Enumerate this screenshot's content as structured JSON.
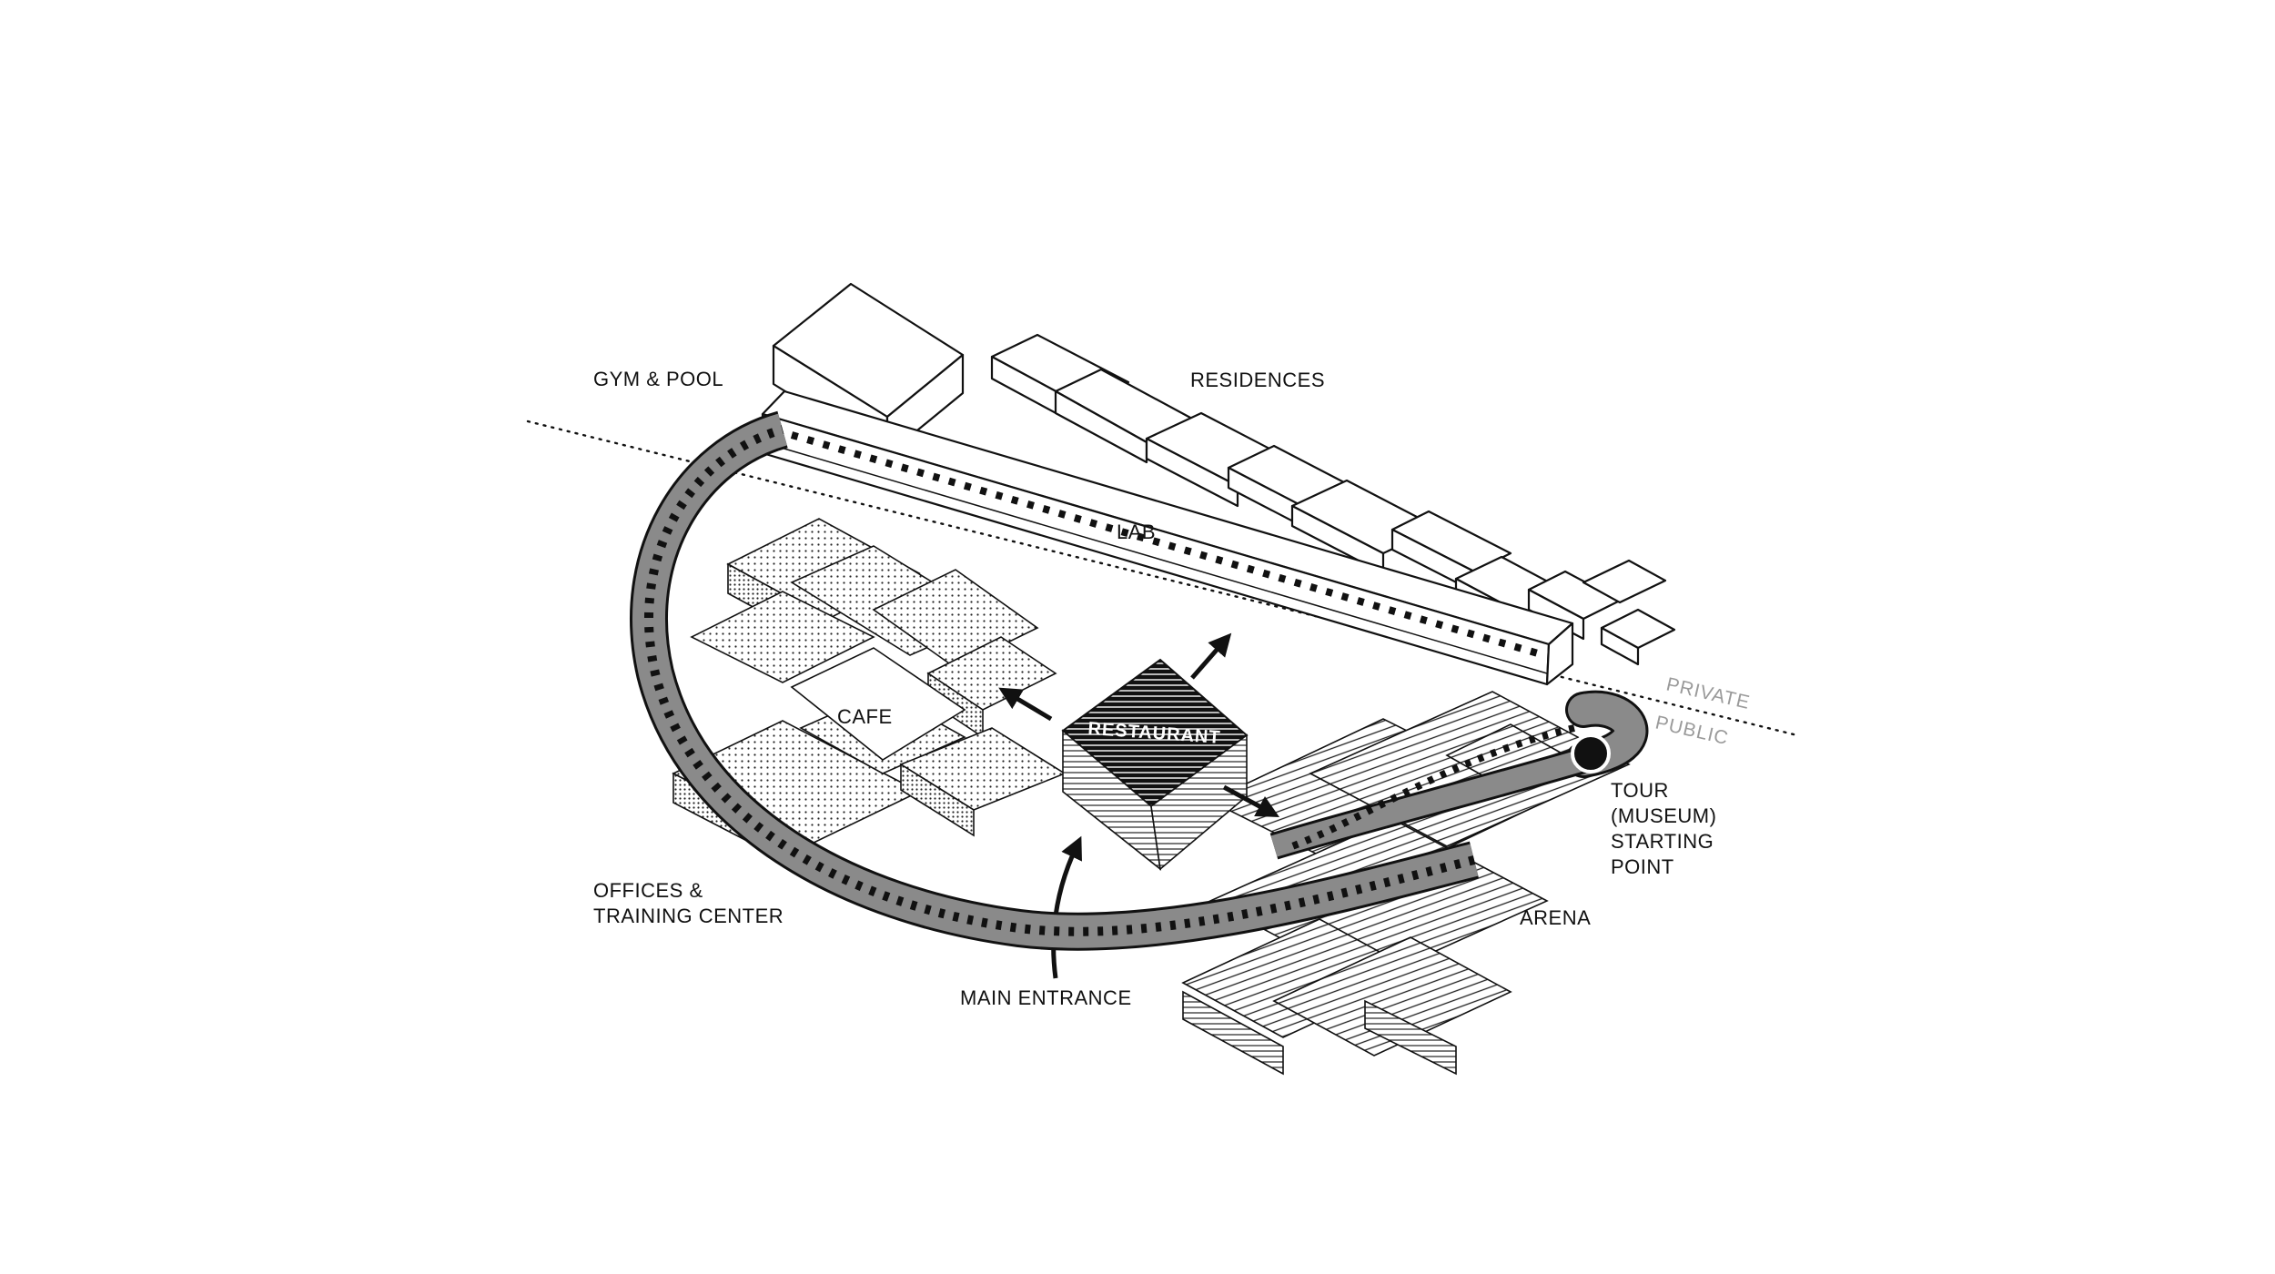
{
  "labels": {
    "gym_pool": "GYM & POOL",
    "residences": "RESIDENCES",
    "lab": "LAB",
    "cafe": "CAFE",
    "restaurant": "RESTAURANT",
    "offices_line1": "OFFICES &",
    "offices_line2": "TRAINING CENTER",
    "main_entrance": "MAIN ENTRANCE",
    "arena": "ARENA",
    "tour_line1": "TOUR",
    "tour_line2": "(MUSEUM)",
    "tour_line3": "STARTING",
    "tour_line4": "POINT",
    "private": "PRIVATE",
    "public": "PUBLIC"
  },
  "colors": {
    "ink": "#111111",
    "path_fill": "#8a8a8a",
    "divider_text": "#9a9a9a",
    "background": "#ffffff"
  }
}
